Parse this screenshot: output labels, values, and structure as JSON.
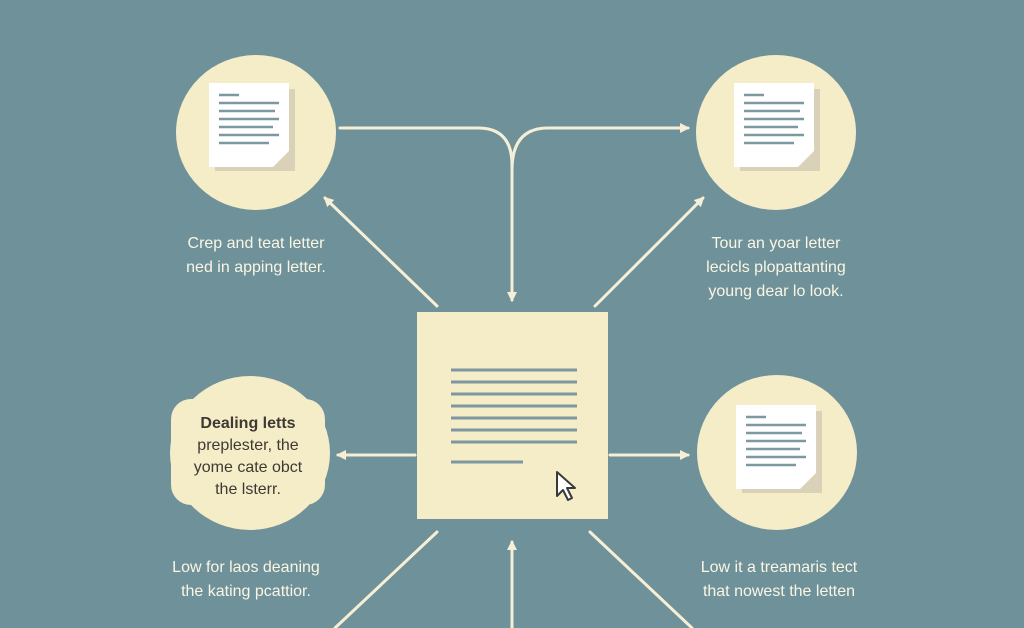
{
  "labels": {
    "top_left": [
      "Crep and teat letter",
      "ned in apping letter."
    ],
    "top_right": [
      "Tour an yoar letter",
      "lecicls plopattanting",
      "young dear lo  look."
    ],
    "bottom_left": [
      "Low for laos deaning",
      "the kating pcattior."
    ],
    "bottom_right": [
      "Low it a treamaris tect",
      "that nowest the letten"
    ]
  },
  "note_card": {
    "title": "Dealing letts",
    "lines": [
      "preplester, the",
      "yome cate obct",
      "the lsterr."
    ]
  },
  "colors": {
    "background": "#6f919a",
    "node_fill": "#f5ecc8",
    "arrow": "#f6efd6",
    "text_lines": "#7d98a0"
  },
  "icons": {
    "document": "document-icon",
    "cursor": "cursor-icon"
  }
}
